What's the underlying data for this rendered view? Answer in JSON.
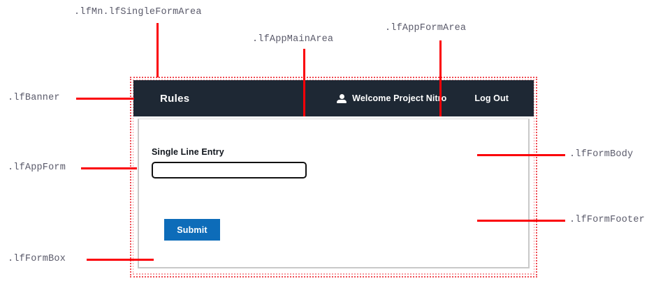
{
  "annotations": [
    {
      "key": "single_form_area",
      "label": ".lfMn.lfSingleFormArea"
    },
    {
      "key": "app_main_area",
      "label": ".lfAppMainArea"
    },
    {
      "key": "app_form_area",
      "label": ".lfAppFormArea"
    },
    {
      "key": "banner",
      "label": ".lfBanner"
    },
    {
      "key": "app_form",
      "label": ".lfAppForm"
    },
    {
      "key": "form_box",
      "label": ".lfFormBox"
    },
    {
      "key": "form_body",
      "label": ".lfFormBody"
    },
    {
      "key": "form_footer",
      "label": ".lfFormFooter"
    }
  ],
  "app": {
    "banner": {
      "title": "Rules",
      "welcome": "Welcome Project Nitro",
      "logout": "Log Out",
      "user_icon": "person-icon",
      "background": "#1e2834"
    },
    "form": {
      "field_label": "Single Line Entry",
      "field_value": "",
      "field_placeholder": "",
      "submit_label": "Submit",
      "submit_color": "#0d6cb9"
    }
  },
  "colors": {
    "leader_red": "#fb0007",
    "dotted_red": "#f04a52",
    "dotted_red_light": "#f79ba0",
    "annotation_text": "#5a5a6a",
    "form_border_gray": "#c9c9c9"
  }
}
